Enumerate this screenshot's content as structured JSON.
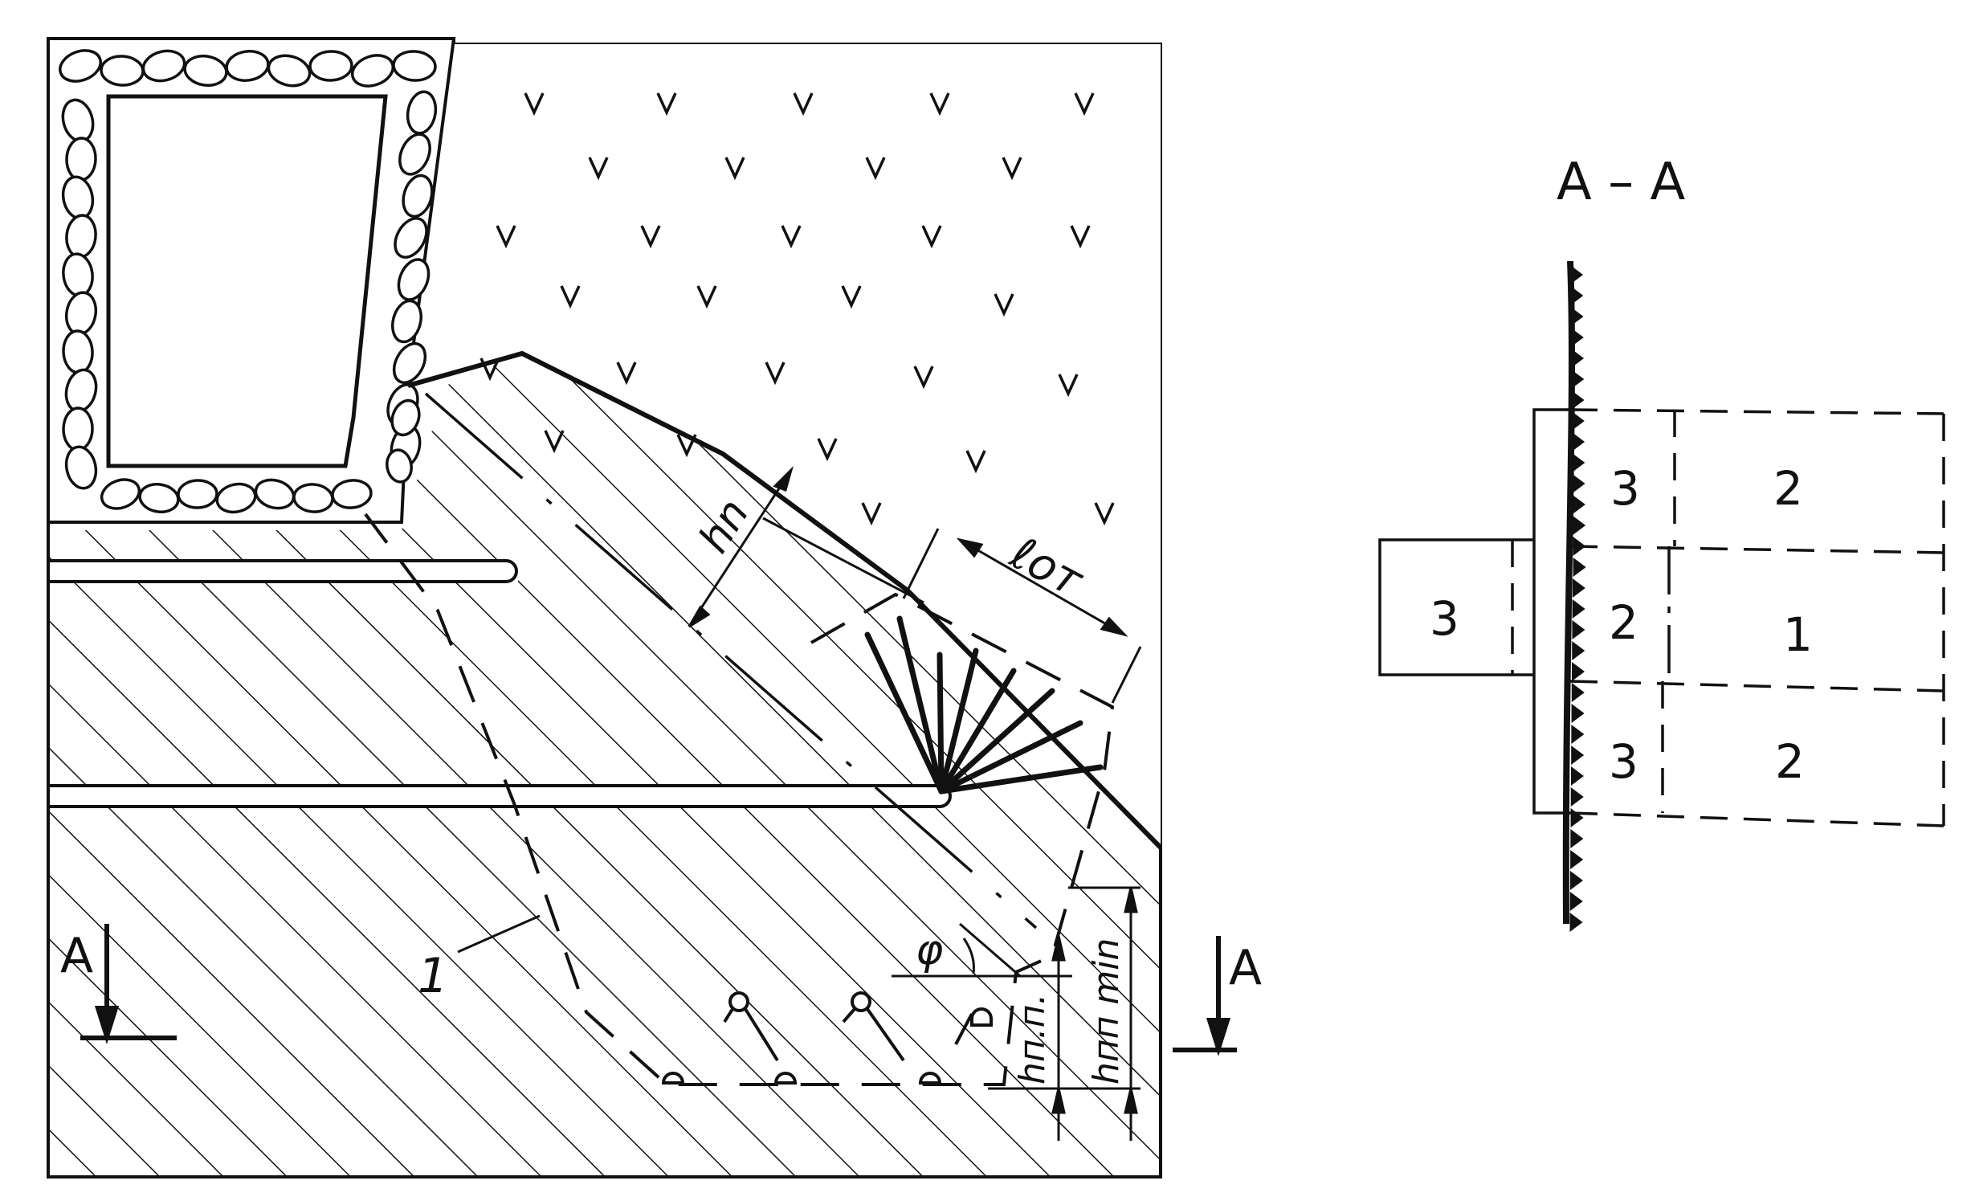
{
  "colors": {
    "ink": "#111111",
    "paper": "#ffffff"
  },
  "section_title": "A – A",
  "section_marks": {
    "left": "A",
    "right": "A"
  },
  "main_labels": {
    "h_n": "hn",
    "l_ot": "ℓот",
    "phi": "φ",
    "h_nn": "hп.п.",
    "h_nn_min": "hпп min",
    "callout_1": "1"
  },
  "section_cells": {
    "left_block": "3",
    "inner_top": "3",
    "inner_mid": "2",
    "inner_bot": "3",
    "outer_top": "2",
    "outer_mid": "1",
    "outer_bot": "2"
  }
}
